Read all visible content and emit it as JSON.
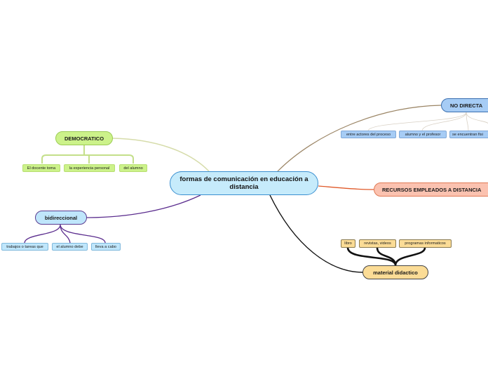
{
  "central": "formas de comunicación en educación a distancia",
  "branches": {
    "democratico": {
      "label": "DEMOCRATICO",
      "children": [
        "El docente toma",
        "la experiencia personal",
        "del alumno"
      ]
    },
    "no_directa": {
      "label": "NO DIRECTA",
      "children": [
        "entre actores del proceso",
        "alumno y el profesor",
        "se encuentran fisi"
      ]
    },
    "recursos": {
      "label": "RECURSOS EMPLEADOS A DISTANCIA"
    },
    "bidireccional": {
      "label": "bidireccional",
      "children": [
        "trabajos o tareas que",
        "el alumno debe",
        "lleva a cabo"
      ]
    },
    "material": {
      "label": "material didactico",
      "children": [
        "libro",
        "revistas, videos",
        "programas informaticos"
      ]
    }
  },
  "colors": {
    "green": "#ccf28a",
    "blue": "#a6ccf5",
    "salmon": "#fbc2b0",
    "cyan": "#bfe6fb",
    "yellow": "#fbdc96",
    "link_democratico": "#d6dcaa",
    "link_no_directa": "#9b8565",
    "link_recursos": "#e05a2a",
    "link_bidireccional": "#5b2d8e",
    "link_material": "#111111"
  }
}
